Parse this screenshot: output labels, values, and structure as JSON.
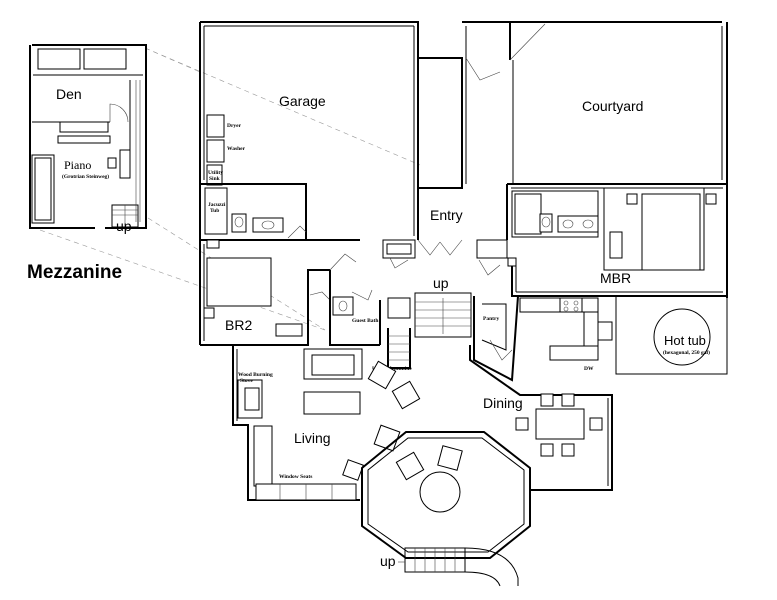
{
  "rooms": {
    "den": "Den",
    "piano": "Piano",
    "piano_note": "(Grotrian Steinweg)",
    "mezzanine": "Mezzanine",
    "garage": "Garage",
    "courtyard": "Courtyard",
    "entry": "Entry",
    "mbr": "MBR",
    "br2": "BR2",
    "living": "Living",
    "dining": "Dining",
    "hot_tub": "Hot tub",
    "hot_tub_note": "(hexagonal, 250 gal)"
  },
  "fixtures": {
    "dryer": "Dryer",
    "washer": "Washer",
    "utility_sink_1": "Utility",
    "utility_sink_2": "Sink",
    "jacuzzi_1": "Jacuzzi",
    "jacuzzi_2": "Tub",
    "guest_bath": "Guest Bath",
    "pantry": "Pantry",
    "dw": "DW",
    "wood_stove_1": "Wood Burning",
    "wood_stove_2": "Stove",
    "window_seats": "Window Seats",
    "up_mezzanine": "Up to Mezzanine"
  },
  "stairs": {
    "up_mezz": "up",
    "up_entry": "up",
    "up_deck": "up"
  }
}
